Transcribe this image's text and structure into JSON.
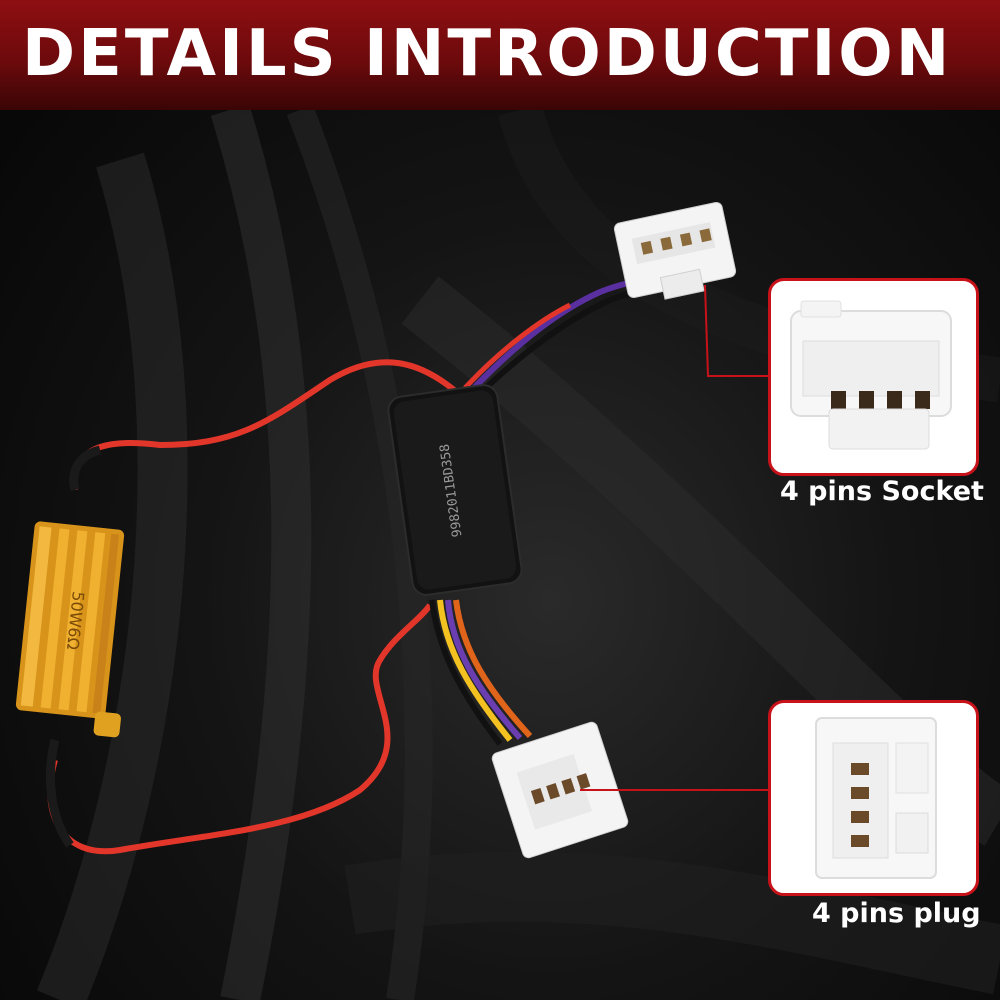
{
  "banner": {
    "title": "DETAILS INTRODUCTION"
  },
  "components": {
    "module_code": "9982011BD358",
    "resistor_marking": "50W6Ω",
    "socket_caption": "4 pins Socket",
    "plug_caption": "4 pins plug"
  },
  "colors": {
    "banner": "#7a0c0e",
    "accent_red": "#c8121a",
    "wire_red": "#e2362b",
    "resistor_gold": "#e0a020"
  }
}
